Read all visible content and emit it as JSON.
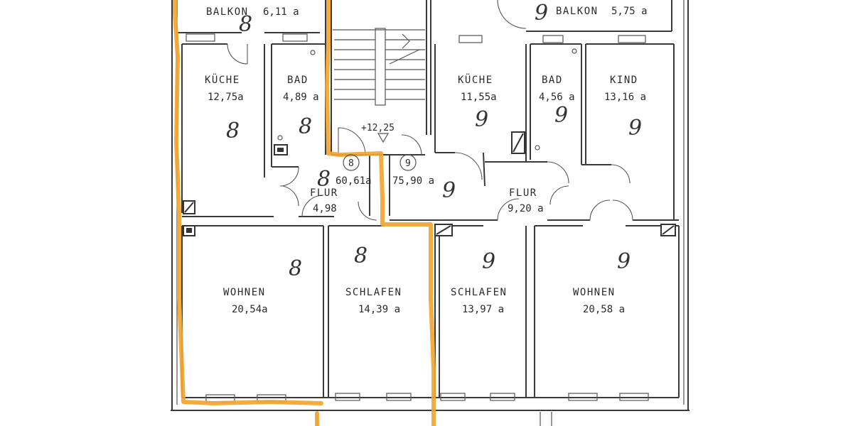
{
  "rooms": {
    "balkon_left": {
      "name": "BALKON",
      "area": "6,11 a"
    },
    "balkon_right": {
      "name": "BALKON",
      "area": "5,75 a"
    },
    "kueche_left": {
      "name": "KÜCHE",
      "area": "12,75a"
    },
    "bad_left": {
      "name": "BAD",
      "area": "4,89 a"
    },
    "kueche_right": {
      "name": "KÜCHE",
      "area": "11,55a"
    },
    "bad_right": {
      "name": "BAD",
      "area": "4,56 a"
    },
    "kind": {
      "name": "KIND",
      "area": "13,16 a"
    },
    "flur_left": {
      "name": "FLUR",
      "area": "4,98"
    },
    "flur_right": {
      "name": "FLUR",
      "area": "9,20 a"
    },
    "wohnen_left": {
      "name": "WOHNEN",
      "area": "20,54a"
    },
    "schlafen_left": {
      "name": "SCHLAFEN",
      "area": "14,39 a"
    },
    "schlafen_right": {
      "name": "SCHLAFEN",
      "area": "13,97 a"
    },
    "wohnen_right": {
      "name": "WOHNEN",
      "area": "20,58 a"
    }
  },
  "units": {
    "left": {
      "number": "8",
      "total": "60,61a"
    },
    "right": {
      "number": "9",
      "total": "75,90 a"
    }
  },
  "stair": {
    "level": "+12,25"
  },
  "handwritten": [
    "8",
    "8",
    "8",
    "8",
    "8",
    "8",
    "9",
    "9",
    "9",
    "9",
    "9",
    "9",
    "9"
  ],
  "colors": {
    "highlight": "#f2a531",
    "ink": "#3a3a3a"
  }
}
